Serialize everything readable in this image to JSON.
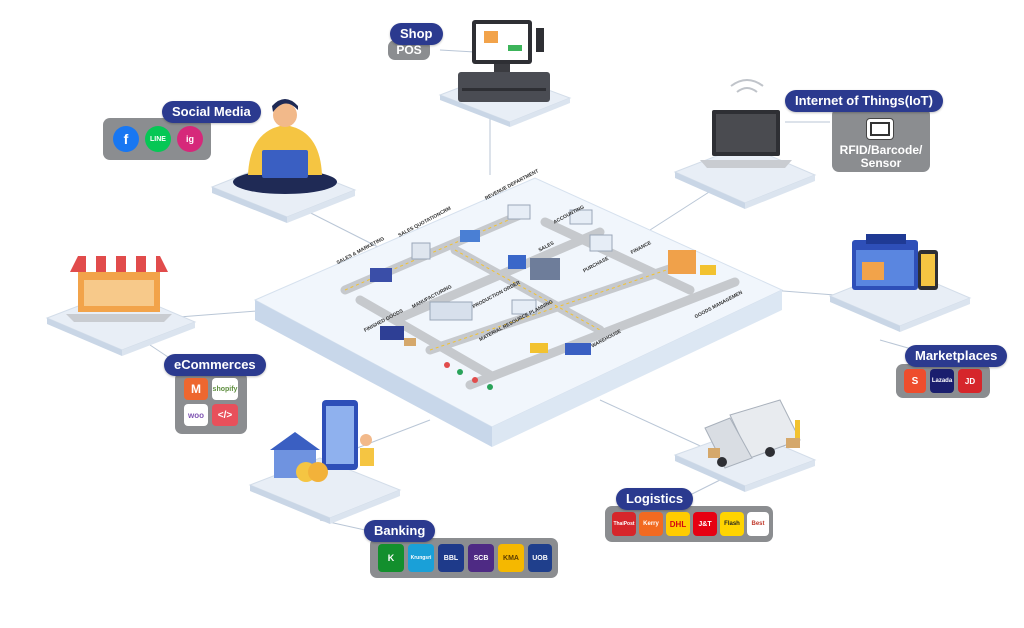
{
  "nodes": {
    "shop": {
      "title": "Shop",
      "sub": "POS"
    },
    "social": {
      "title": "Social Media",
      "logos": [
        "f",
        "LINE",
        "ig"
      ]
    },
    "iot": {
      "title": "Internet of Things(IoT)",
      "sub_line1": "RFID/Barcode/",
      "sub_line2": "Sensor"
    },
    "ecommerce": {
      "title": "eCommerces",
      "logos": [
        "M",
        "shopify",
        "woo",
        "</>"
      ]
    },
    "marketplaces": {
      "title": "Marketplaces",
      "logos": [
        "S",
        "Lazada",
        "JD"
      ]
    },
    "banking": {
      "title": "Banking",
      "logos": [
        "K",
        "Krungsri",
        "BBL",
        "SCB",
        "KMA",
        "UOB"
      ]
    },
    "logistics": {
      "title": "Logistics",
      "logos": [
        "ThaiPost",
        "Kerry",
        "DHL",
        "J&T",
        "Flash",
        "Best"
      ]
    }
  },
  "center": {
    "labels": {
      "sales_marketing": "SALES & MARKETING",
      "sales_quotation": "SALES QUOTATION",
      "crm": "CRM",
      "revenue": "REVENUE DEPARTMENT",
      "accounting": "ACCOUNTING",
      "sales": "SALES",
      "purchase": "PURCHASE",
      "finance": "FINANCE",
      "goods": "GOODS MANAGEMEN",
      "warehouse": "WAREHOUSE",
      "mrp": "MATERIAL RESOURCE PLANNING",
      "production": "PRODUCTION ORDER",
      "manufacturing": "MANUFACTURING",
      "finished": "FINISHED GOODS"
    }
  },
  "colors": {
    "pill": "#2b3a8f",
    "box": "#8b8d90",
    "platform": "#e9f1fa",
    "road": "#c6c9cd",
    "accent": "#f2c230"
  }
}
